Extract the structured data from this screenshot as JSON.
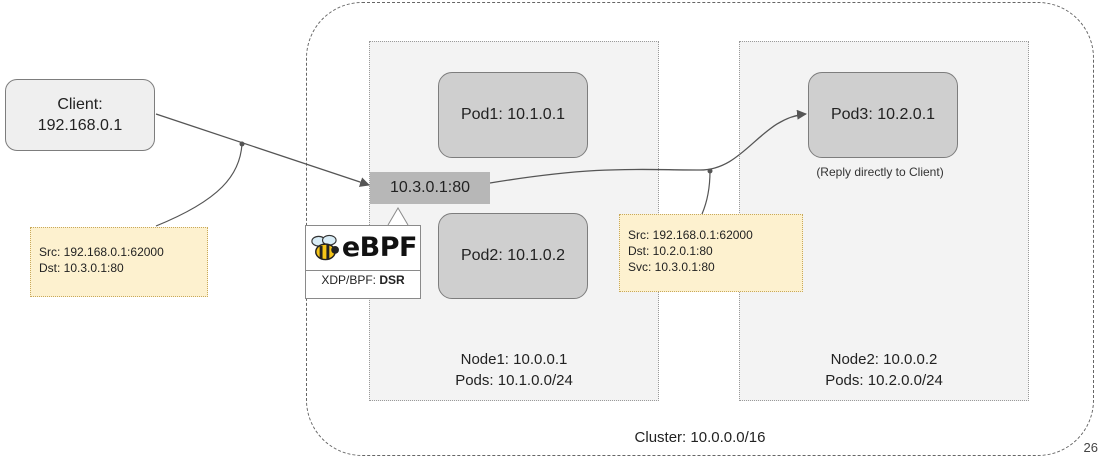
{
  "client": {
    "line1": "Client:",
    "line2": "192.168.0.1"
  },
  "vip": {
    "label": "10.3.0.1:80"
  },
  "pods": {
    "pod1": "Pod1: 10.1.0.1",
    "pod2": "Pod2: 10.1.0.2",
    "pod3": "Pod3: 10.2.0.1"
  },
  "reply_note": "(Reply directly to Client)",
  "note1": {
    "src": "Src: 192.168.0.1:62000",
    "dst": "Dst: 10.3.0.1:80"
  },
  "note2": {
    "src": "Src: 192.168.0.1:62000",
    "dst": "Dst: 10.2.0.1:80",
    "svc": "Svc: 10.3.0.1:80"
  },
  "node1": {
    "name": "Node1: 10.0.0.1",
    "pods": "Pods: 10.1.0.0/24"
  },
  "node2": {
    "name": "Node2: 10.0.0.2",
    "pods": "Pods: 10.2.0.0/24"
  },
  "cluster": {
    "label": "Cluster: 10.0.0.0/16"
  },
  "ebpf": {
    "logo_text": "eBPF",
    "caption_prefix": "XDP/BPF: ",
    "caption_mode": "DSR",
    "logo_icon": "bee-icon"
  },
  "page_number": "26"
}
